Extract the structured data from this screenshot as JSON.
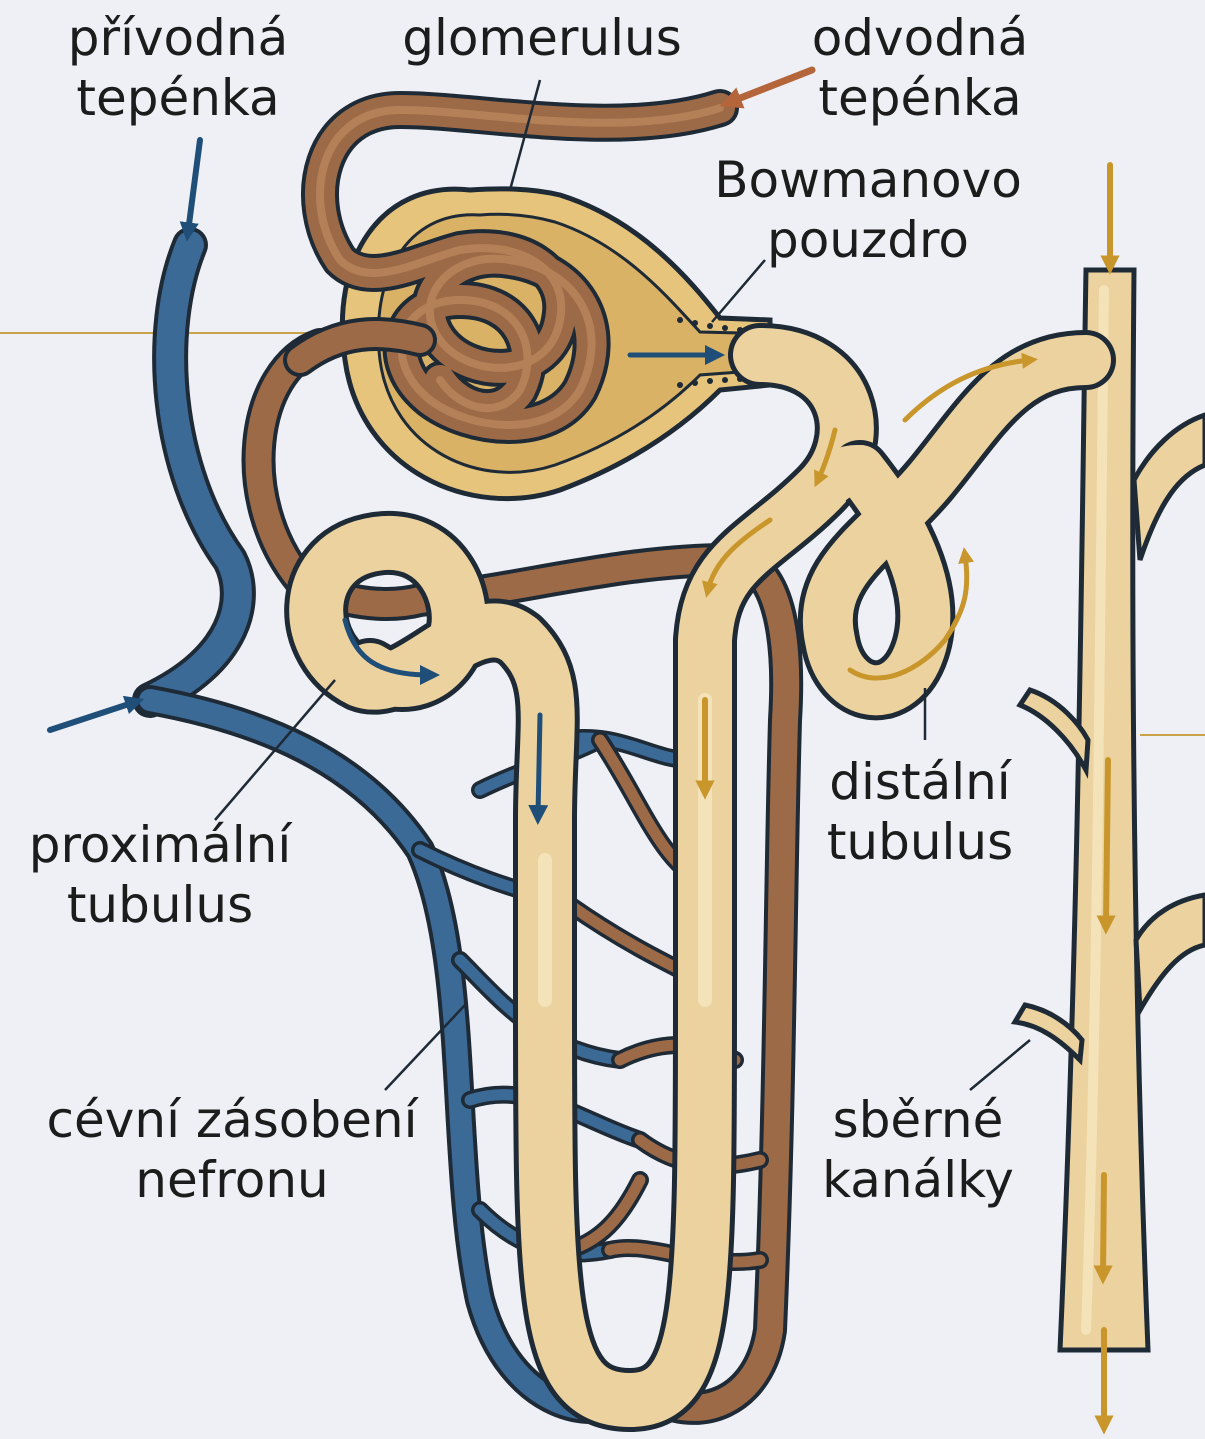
{
  "labels": {
    "privodna": {
      "line1": "přívodná",
      "line2": "tepénka"
    },
    "glomerulus": {
      "line1": "glomerulus"
    },
    "odvodna": {
      "line1": "odvodná",
      "line2": "tepénka"
    },
    "bowman": {
      "line1": "Bowmanovo",
      "line2": "pouzdro"
    },
    "proximalni": {
      "line1": "proximální",
      "line2": "tubulus"
    },
    "distalni": {
      "line1": "distální",
      "line2": "tubulus"
    },
    "cevni": {
      "line1": "cévní zásobení",
      "line2": "nefronu"
    },
    "sberne": {
      "line1": "sběrné",
      "line2": "kanálky"
    }
  },
  "colors": {
    "background": "#eef0f5",
    "tubule": "#ecd29e",
    "tubule_highlight": "#f6e6bf",
    "vein": "#3b6a97",
    "artery": "#9c6a47",
    "artery_highlight": "#bf8a5e",
    "outline": "#1e2a36",
    "flow_arrow_tubule": "#c9962c",
    "flow_arrow_vein": "#1f4e79",
    "flow_arrow_artery": "#b5653a",
    "reference_line": "#c9a24a"
  }
}
